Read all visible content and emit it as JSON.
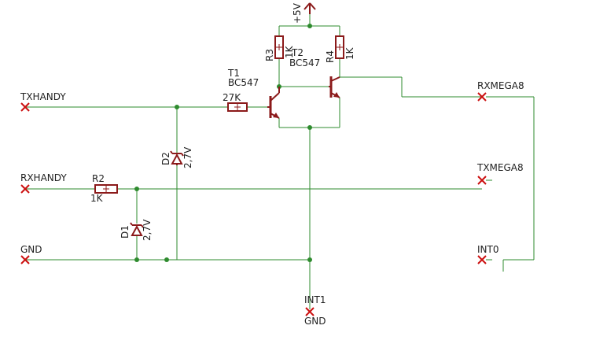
{
  "schematic": {
    "colors": {
      "wire": "#2e8b2e",
      "component": "#8b1a1a",
      "connector": "#cc1111",
      "text": "#222222"
    },
    "supply": {
      "label": "+5V"
    },
    "connectors": {
      "txhandy": "TXHANDY",
      "rxhandy": "RXHANDY",
      "gnd": "GND",
      "rxmega8": "RXMEGA8",
      "txmega8": "TXMEGA8",
      "int0": "INT0",
      "int1": "INT1",
      "int1_gnd": "GND"
    },
    "components": {
      "t1": {
        "name": "T1",
        "type": "BC547"
      },
      "t2": {
        "name": "T2",
        "type": "BC547"
      },
      "r1": {
        "value": "27K"
      },
      "r2": {
        "name": "R2",
        "value": "1K"
      },
      "r3": {
        "name": "R3",
        "value": "1K"
      },
      "r4": {
        "name": "R4",
        "value": "1K"
      },
      "d1": {
        "name": "D1",
        "value": "2,7V"
      },
      "d2": {
        "name": "D2",
        "value": "2,7V"
      }
    }
  }
}
